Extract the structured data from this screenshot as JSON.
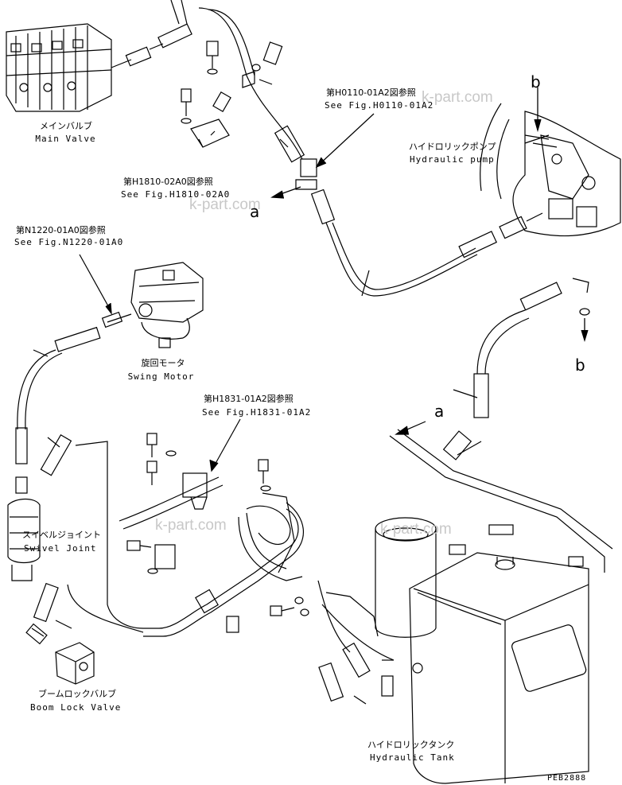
{
  "labels": {
    "main_valve_jp": "メインバルブ",
    "main_valve_en": "Main Valve",
    "fig_h1810_jp": "第H1810-02A0図参照",
    "fig_h1810_en": "See Fig.H1810-02A0",
    "fig_h0110_jp": "第H0110-01A2図参照",
    "fig_h0110_en": "See Fig.H0110-01A2",
    "pump_jp": "ハイドロリックポンプ",
    "pump_en": "Hydraulic pump",
    "fig_n1220_jp": "第N1220-01A0図参照",
    "fig_n1220_en": "See Fig.N1220-01A0",
    "swing_jp": "旋回モータ",
    "swing_en": "Swing Motor",
    "fig_h1831_jp": "第H1831-01A2図参照",
    "fig_h1831_en": "See Fig.H1831-01A2",
    "swivel_jp": "スイベルジョイント",
    "swivel_en": "Swivel Joint",
    "boom_jp": "ブームロックバルブ",
    "boom_en": "Boom Lock Valve",
    "tank_jp": "ハイドロリックタンク",
    "tank_en": "Hydraulic Tank",
    "drawing_no": "PEB2888"
  },
  "callouts": {
    "a1": "a",
    "a2": "a",
    "b1": "b",
    "b2": "b"
  },
  "watermarks": {
    "w1": "k-part.com",
    "w2": "k-part.com",
    "w3": "k-part.com",
    "w4": "k-part.com"
  }
}
